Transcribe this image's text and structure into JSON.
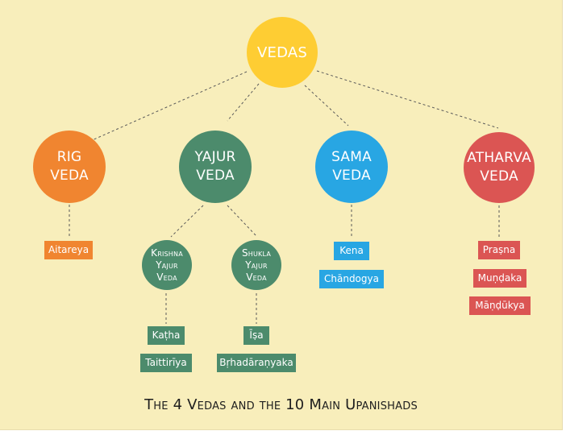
{
  "title": "The 4 Vedas and the 10 Main Upanishads",
  "root": {
    "lines": [
      "VEDAS"
    ],
    "color": "#fecd33"
  },
  "vedas": [
    {
      "lines": [
        "RIG",
        "VEDA"
      ],
      "color": "#f08530",
      "upanishads": [
        "Aitareya"
      ]
    },
    {
      "lines": [
        "YAJUR",
        "VEDA"
      ],
      "color": "#4c8b6c",
      "branches": [
        {
          "lines": [
            "Krishna",
            "Yajur",
            "Veda"
          ],
          "upanishads": [
            "Kaṭha",
            "Taittirīya"
          ]
        },
        {
          "lines": [
            "Shukla",
            "Yajur",
            "Veda"
          ],
          "upanishads": [
            "Īṣa",
            "Bṛhadāraṇyaka"
          ]
        }
      ]
    },
    {
      "lines": [
        "SAMA",
        "VEDA"
      ],
      "color": "#28a6e3",
      "upanishads": [
        "Kena",
        "Chāndogya"
      ]
    },
    {
      "lines": [
        "ATHARVA",
        "VEDA"
      ],
      "color": "#db5553",
      "upanishads": [
        "Praṣna",
        "Muṇḍaka",
        "Māṇḍūkya"
      ]
    }
  ]
}
